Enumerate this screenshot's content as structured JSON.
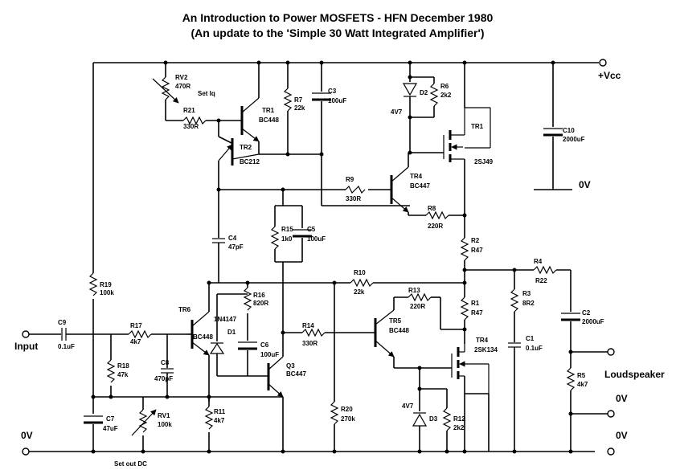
{
  "title": {
    "line1": "An Introduction to Power MOSFETS - HFN December 1980",
    "line2": "(An update to the 'Simple 30 Watt Integrated Amplifier')"
  },
  "rails": {
    "vcc": "+Vcc",
    "gnd_mid": "0V",
    "gnd_left": "0V",
    "gnd_out1": "0V",
    "gnd_out2": "0V"
  },
  "io": {
    "input": "Input",
    "speaker": "Loudspeaker",
    "set_iq": "Set Iq",
    "set_dc": "Set out DC"
  },
  "parts": {
    "rv2": "RV2",
    "rv2_v": "470R",
    "r21": "R21",
    "r21_v": "330R",
    "tr1": "TR1",
    "tr1_v": "BC448",
    "tr2": "TR2",
    "tr2_v": "BC212",
    "r7": "R7",
    "r7_v": "22k",
    "c3": "C3",
    "c3_v": "100uF",
    "d2": "D2",
    "d2_z": "4V7",
    "r6": "R6",
    "r6_v": "2k2",
    "mtr1": "TR1",
    "mtr1_v": "2SJ49",
    "c10": "C10",
    "c10_v": "2000uF",
    "r9": "R9",
    "r9_v": "330R",
    "tr4": "TR4",
    "tr4_v": "BC447",
    "r8": "R8",
    "r8_v": "220R",
    "r15": "R15",
    "r15_v": "1k0",
    "c5": "C5",
    "c5_v": "100uF",
    "c4": "C4",
    "c4_v": "47pF",
    "r2": "R2",
    "r2_v": "R47",
    "r19": "R19",
    "r19_v": "100k",
    "r10": "R10",
    "r10_v": "22k",
    "r4": "R4",
    "r4_v": "R22",
    "tr6": "TR6",
    "tr6_v": "BC448",
    "r16": "R16",
    "r16_v": "820R",
    "d1": "D1",
    "d1_v": "1N4147",
    "r13": "R13",
    "r13_v": "220R",
    "r1": "R1",
    "r1_v": "R47",
    "r3": "R3",
    "r3_v": "8R2",
    "c9": "C9",
    "c9_v": "0.1uF",
    "r17": "R17",
    "r17_v": "4k7",
    "r14": "R14",
    "r14_v": "330R",
    "tr5": "TR5",
    "tr5_v": "BC448",
    "c2": "C2",
    "c2_v": "2000uF",
    "mtr4": "TR4",
    "mtr4_v": "2SK134",
    "c6": "C6",
    "c6_v": "100uF",
    "r18": "R18",
    "r18_v": "47k",
    "c8": "C8",
    "c8_v": "470pF",
    "q3": "Q3",
    "q3_v": "BC447",
    "c1": "C1",
    "c1_v": "0.1uF",
    "r5": "R5",
    "r5_v": "4k7",
    "c7": "C7",
    "c7_v": "47uF",
    "rv1": "RV1",
    "rv1_v": "100k",
    "r11": "R11",
    "r11_v": "4k7",
    "r20": "R20",
    "r20_v": "270k",
    "d3": "D3",
    "d3_z": "4V7",
    "r12": "R12",
    "r12_v": "2k2"
  }
}
